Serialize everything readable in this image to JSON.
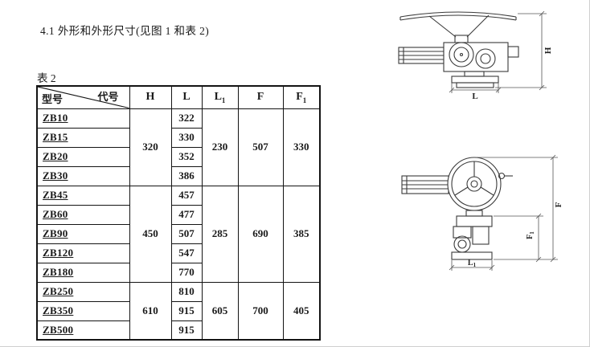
{
  "page": {
    "heading": "4.1 外形和外形尺寸(见图 1 和表 2)",
    "table_label": "表 2"
  },
  "table": {
    "corner": {
      "top": "代号",
      "bottom": "型号"
    },
    "columns": [
      {
        "t": "H",
        "s": ""
      },
      {
        "t": "L",
        "s": ""
      },
      {
        "t": "L",
        "s": "1"
      },
      {
        "t": "F",
        "s": ""
      },
      {
        "t": "F",
        "s": "1"
      }
    ],
    "groups": [
      {
        "H": "320",
        "L1": "230",
        "F": "507",
        "F1": "330",
        "rows": [
          {
            "model": "ZB10",
            "L": "322"
          },
          {
            "model": "ZB15",
            "L": "330"
          },
          {
            "model": "ZB20",
            "L": "352"
          },
          {
            "model": "ZB30",
            "L": "386"
          }
        ]
      },
      {
        "H": "450",
        "L1": "285",
        "F": "690",
        "F1": "385",
        "rows": [
          {
            "model": "ZB45",
            "L": "457"
          },
          {
            "model": "ZB60",
            "L": "477"
          },
          {
            "model": "ZB90",
            "L": "507"
          },
          {
            "model": "ZB120",
            "L": "547"
          },
          {
            "model": "ZB180",
            "L": "770"
          }
        ]
      },
      {
        "H": "610",
        "L1": "605",
        "F": "700",
        "F1": "405",
        "rows": [
          {
            "model": "ZB250",
            "L": "810"
          },
          {
            "model": "ZB350",
            "L": "915"
          },
          {
            "model": "ZB500",
            "L": "915"
          }
        ]
      }
    ]
  },
  "figures": {
    "side_view": {
      "dim_h": "H",
      "dim_l": "L"
    },
    "front_view": {
      "dim_f": "F",
      "dim_f1_main": "F",
      "dim_f1_sub": "1",
      "dim_l1_main": "L",
      "dim_l1_sub": "1"
    }
  }
}
